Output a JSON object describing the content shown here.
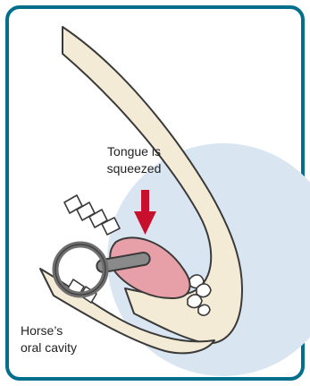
{
  "annotations": {
    "tongue_line1": "Tongue is",
    "tongue_line2": "squeezed",
    "cavity_line1": "Horse’s",
    "cavity_line2": "oral cavity"
  },
  "colors": {
    "frame_border": "#006f8b",
    "background_circle": "#d9e6f2",
    "bone": "#f4ebd6",
    "outline": "#3a3a3a",
    "tongue": "#e8a0a8",
    "arrow": "#c8102e",
    "bit_ring": "#6f6f6f"
  },
  "icons": {
    "arrow": "down-arrow-icon",
    "bit": "bit-ring-icon"
  }
}
